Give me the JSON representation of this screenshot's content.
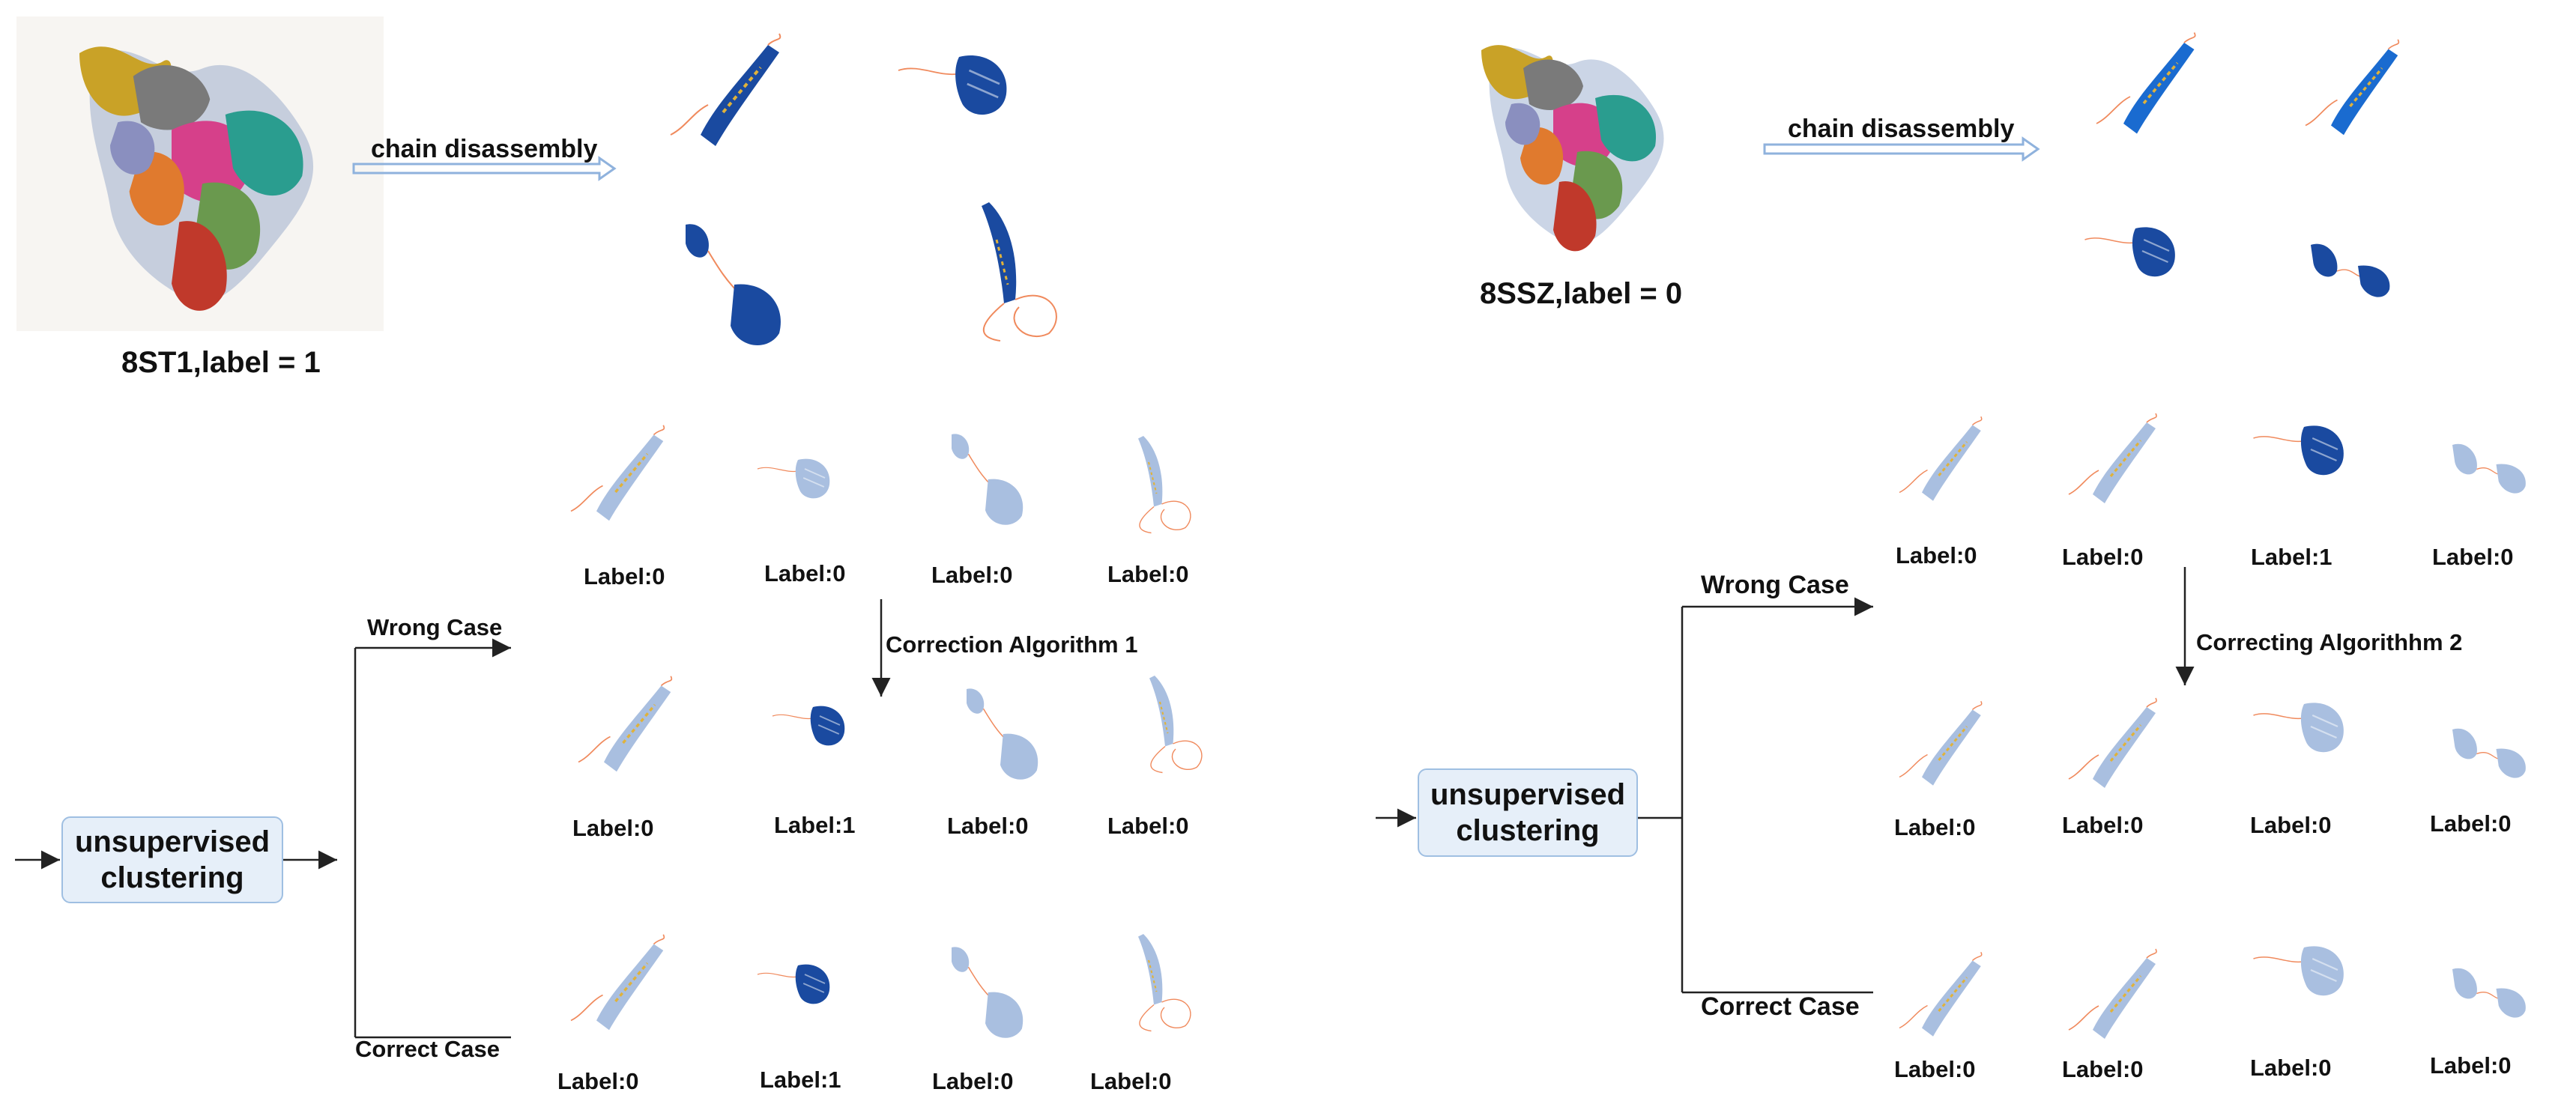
{
  "left": {
    "complex_caption": "8ST1,label = 1",
    "disassembly_label": "chain disassembly",
    "cluster_box": [
      "unsupervised",
      "clustering"
    ],
    "wrong_case": "Wrong Case",
    "correct_case": "Correct Case",
    "correction_label": "Correction Algorithm 1",
    "row1_labels": [
      "Label:0",
      "Label:0",
      "Label:0",
      "Label:0"
    ],
    "row2_labels": [
      "Label:0",
      "Label:1",
      "Label:0",
      "Label:0"
    ],
    "row3_labels": [
      "Label:0",
      "Label:1",
      "Label:0",
      "Label:0"
    ]
  },
  "right": {
    "complex_caption": "8SSZ,label = 0",
    "disassembly_label": "chain disassembly",
    "cluster_box": [
      "unsupervised",
      "clustering"
    ],
    "wrong_case": "Wrong Case",
    "correct_case": "Correct Case",
    "correction_label": "Correcting Algorithhm 2",
    "row1_labels": [
      "Label:0",
      "Label:0",
      "Label:1",
      "Label:0"
    ],
    "row2_labels": [
      "Label:0",
      "Label:0",
      "Label:0",
      "Label:0"
    ],
    "row3_labels": [
      "Label:0",
      "Label:0",
      "Label:0",
      "Label:0"
    ]
  },
  "colors": {
    "chain_dark": "#1a4aa0",
    "chain_faded": "#a9bfe0",
    "loop": "#f08a5d",
    "helix_tint": "#e0b23a",
    "arrow_outline": "#8fb2dd"
  }
}
